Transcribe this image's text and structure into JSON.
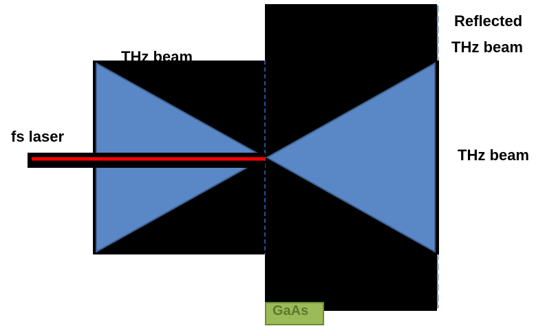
{
  "labels": {
    "left_beam": "THz beam",
    "laser": "fs laser",
    "right_beam": "THz beam",
    "reflected_line1": "Reflected",
    "reflected_line2": "THz beam",
    "crystal": "GaAs"
  },
  "colors": {
    "beam_fill": "#5a87c6",
    "beam_stroke": "#3d5f8f",
    "reflected_fill": "#0d5a7a",
    "reflected_dash": "#7f9cc0",
    "laser_line": "#ff0000",
    "laser_bar": "#000000",
    "crystal_box": "#000000",
    "crystal_label_bg": "#9bbb59",
    "crystal_label_border": "#6a8a35",
    "axis_dash": "#2f6fc0"
  }
}
